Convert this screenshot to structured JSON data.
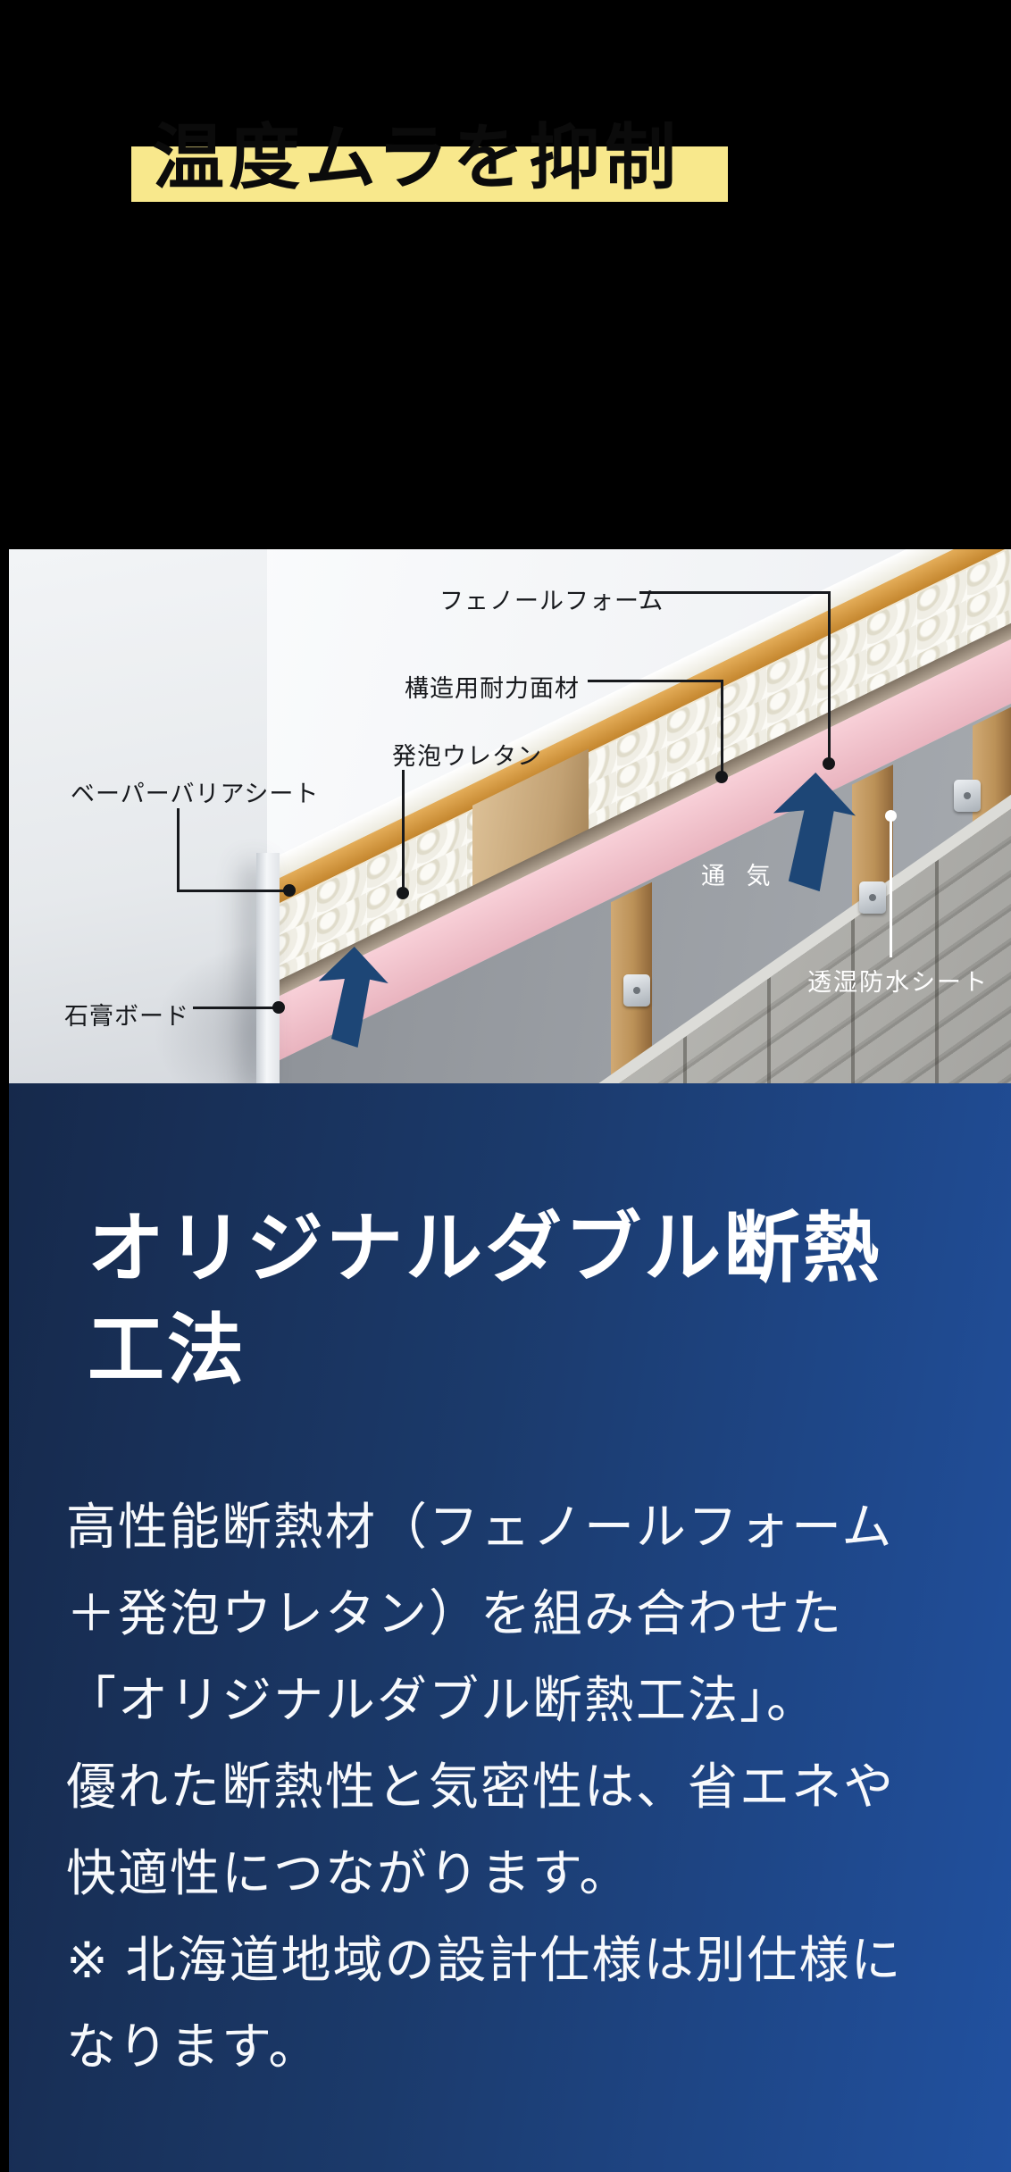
{
  "hero": {
    "headline": "温度ムラを抑制"
  },
  "diagram": {
    "labels": {
      "phenol_foam": "フェノールフォーム",
      "structural_panel": "構造用耐力面材",
      "urethane_foam": "発泡ウレタン",
      "vapor_barrier": "ベーパーバリアシート",
      "gypsum_board": "石膏ボード",
      "ventilation": "通 気",
      "waterproof_sheet": "透湿防水シート"
    }
  },
  "blue_section": {
    "title_line1": "オリジナルダブル断熱",
    "title_line2": "工法",
    "body_lines": [
      "高性能断熱材（フェノールフォーム",
      "＋発泡ウレタン）を組み合わせた",
      "「オリジナルダブル断熱工法」。",
      "優れた断熱性と気密性は、省エネや",
      "快適性につながります。",
      "※ 北海道地域の設計仕様は別仕様に",
      "なります。"
    ]
  },
  "colors": {
    "highlight_yellow": "#f8e88c",
    "blue_gradient_left": "#16294b",
    "blue_gradient_right": "#2151a0",
    "arrow_navy": "#1d4676",
    "phenol_pink": "#f2c3cd",
    "vapor_orange": "#d69a45",
    "urethane_white": "#f0eee5"
  }
}
